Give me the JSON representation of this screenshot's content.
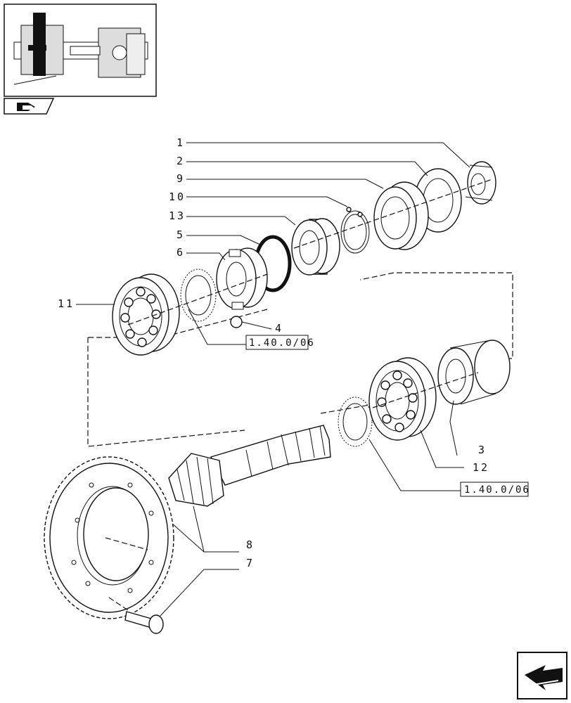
{
  "callouts": [
    {
      "id": "1",
      "label": "1"
    },
    {
      "id": "2",
      "label": "2"
    },
    {
      "id": "9",
      "label": "9"
    },
    {
      "id": "10",
      "label": "10"
    },
    {
      "id": "13",
      "label": "13"
    },
    {
      "id": "5",
      "label": "5"
    },
    {
      "id": "6",
      "label": "6"
    },
    {
      "id": "11",
      "label": "11"
    },
    {
      "id": "4",
      "label": "4"
    },
    {
      "id": "3",
      "label": "3"
    },
    {
      "id": "12",
      "label": "12"
    },
    {
      "id": "8",
      "label": "8"
    },
    {
      "id": "7",
      "label": "7"
    }
  ],
  "references": [
    {
      "id": "ref-upper",
      "label": "1.40.0/06"
    },
    {
      "id": "ref-lower",
      "label": "1.40.0/06"
    }
  ],
  "icons": {
    "thumbnail": "axle-thumbnail-icon",
    "section": "book-section-icon",
    "nav": "next-page-arrow-icon"
  }
}
